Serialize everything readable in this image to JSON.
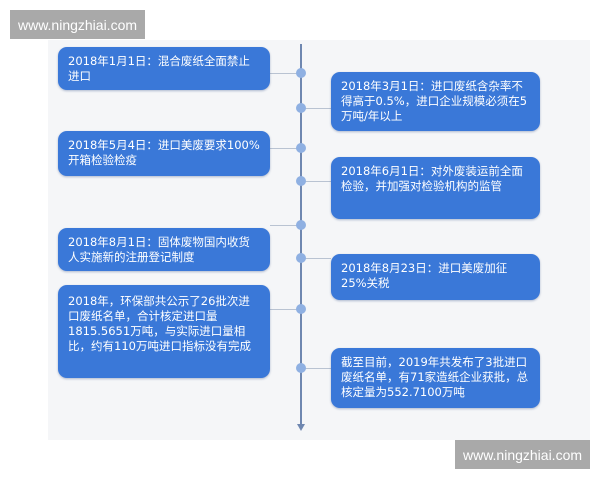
{
  "watermarks": {
    "top_left": "www.ningzhiai.com",
    "bottom_right": "www.ningzhiai.com"
  },
  "colors": {
    "box_fill": "#3a78d8",
    "box_text": "#ffffff",
    "axis": "#6f87b0",
    "node": "#8fb0e2",
    "connector": "#b9c3d2",
    "watermark_bg": "#a9a9a9",
    "panel_bg": "#f5f6f8"
  },
  "timeline": {
    "left_events": [
      {
        "text": "2018年1月1日：混合废纸全面禁止进口"
      },
      {
        "text": "2018年5月4日：进口美废要求100%开箱检验检疫"
      },
      {
        "text": "2018年8月1日：固体废物国内收货人实施新的注册登记制度"
      },
      {
        "text": "2018年，环保部共公示了26批次进口废纸名单，合计核定进口量1815.5651万吨，与实际进口量相比，约有110万吨进口指标没有完成"
      }
    ],
    "right_events": [
      {
        "text": "2018年3月1日：进口废纸含杂率不得高于0.5%，进口企业规模必须在5万吨/年以上"
      },
      {
        "text": "2018年6月1日：对外废装运前全面检验，并加强对检验机构的监管"
      },
      {
        "text": "2018年8月23日：进口美废加征25%关税"
      },
      {
        "text": "截至目前，2019年共发布了3批进口废纸名单，有71家造纸企业获批，总核定量为552.7100万吨"
      }
    ]
  }
}
